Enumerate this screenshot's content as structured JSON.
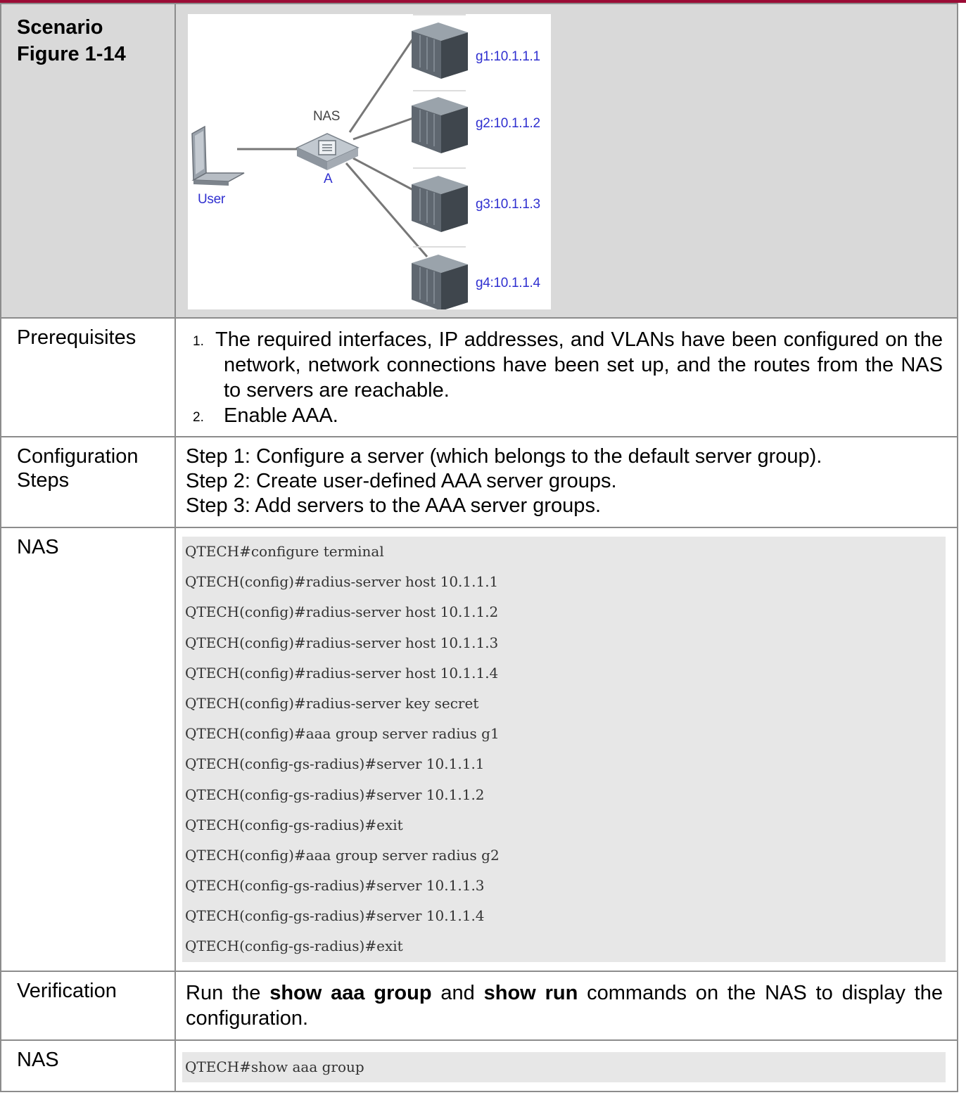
{
  "scenario": {
    "label_line1": "Scenario",
    "label_line2": "Figure 1-14",
    "figure": {
      "user_label": "User",
      "nas_label": "NAS",
      "device_label": "A",
      "servers": [
        "g1:10.1.1.1",
        "g2:10.1.1.2",
        "g3:10.1.1.3",
        "g4:10.1.1.4"
      ]
    }
  },
  "prerequisites": {
    "label": "Prerequisites",
    "items": [
      {
        "num": "1.",
        "text": "The required interfaces, IP addresses, and VLANs have been configured on the network, network connections have been set up, and the routes from the NAS to servers are reachable."
      },
      {
        "num": "2.",
        "text": "Enable AAA."
      }
    ]
  },
  "config_steps": {
    "label_line1": "Configuration",
    "label_line2": "Steps",
    "steps": [
      "Step 1: Configure a server (which belongs to the default server group).",
      "Step 2: Create user-defined AAA server groups.",
      "Step 3: Add servers to the AAA server groups."
    ]
  },
  "nas_config": {
    "label": "NAS",
    "lines": [
      "QTECH#configure terminal",
      "QTECH(config)#radius-server host 10.1.1.1",
      "QTECH(config)#radius-server host 10.1.1.2",
      "QTECH(config)#radius-server host 10.1.1.3",
      "QTECH(config)#radius-server host 10.1.1.4",
      "QTECH(config)#radius-server key secret",
      "QTECH(config)#aaa group server radius g1",
      "QTECH(config-gs-radius)#server 10.1.1.1",
      "QTECH(config-gs-radius)#server 10.1.1.2",
      "QTECH(config-gs-radius)#exit",
      "QTECH(config)#aaa group server radius g2",
      "QTECH(config-gs-radius)#server 10.1.1.3",
      "QTECH(config-gs-radius)#server 10.1.1.4",
      "QTECH(config-gs-radius)#exit"
    ]
  },
  "verification": {
    "label": "Verification",
    "text_1": "Run the ",
    "cmd_1": "show aaa group",
    "text_2": " and ",
    "cmd_2": "show run",
    "text_3": " commands on the NAS to display the configuration."
  },
  "nas_verify": {
    "label": "NAS",
    "lines": [
      "QTECH#show aaa group"
    ]
  },
  "colors": {
    "top_rule": "#9b0b35",
    "header_bg": "#d9d9d9",
    "code_bg": "#e7e7e7",
    "figure_label": "#3030d0"
  }
}
